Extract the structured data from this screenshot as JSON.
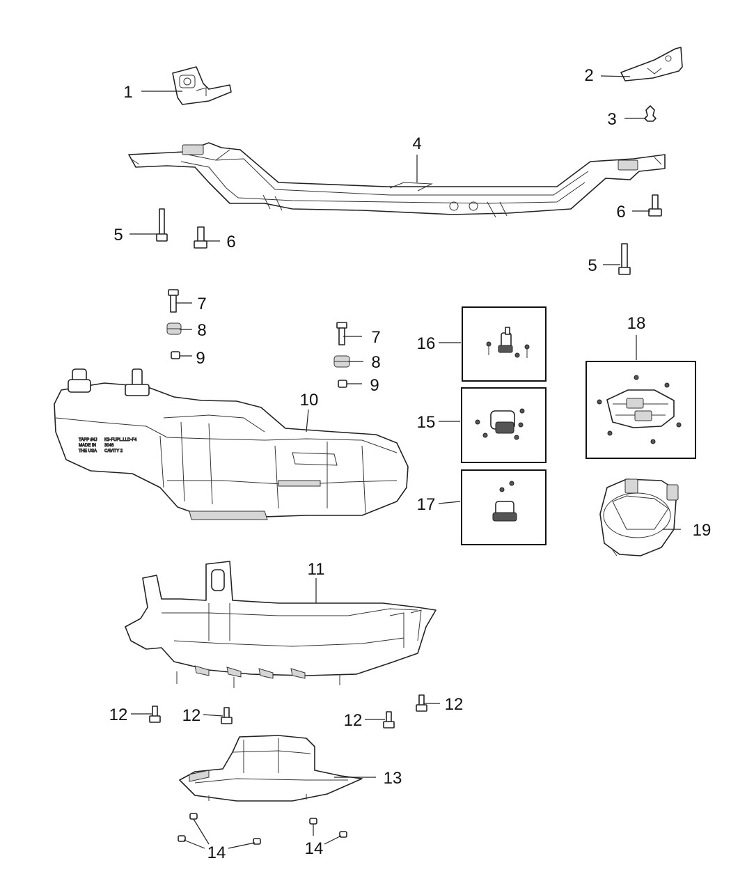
{
  "callouts": {
    "c1": "1",
    "c2": "2",
    "c3": "3",
    "c4": "4",
    "c5a": "5",
    "c5b": "5",
    "c6a": "6",
    "c6b": "6",
    "c7a": "7",
    "c7b": "7",
    "c8a": "8",
    "c8b": "8",
    "c9a": "9",
    "c9b": "9",
    "c10": "10",
    "c11": "11",
    "c12a": "12",
    "c12b": "12",
    "c12c": "12",
    "c12d": "12",
    "c13": "13",
    "c14a": "14",
    "c14b": "14",
    "c15": "15",
    "c16": "16",
    "c17": "17",
    "c18": "18",
    "c19": "19"
  },
  "tank_label_lines": [
    "TAPP #4J",
    "MADE IN",
    "THE USA"
  ],
  "tank_spec_lines": [
    "K3-FUPL.LLD-F4",
    "3046",
    "CAVITY 2"
  ],
  "colors": {
    "line": "#222222",
    "fill": "#ffffff",
    "shade": "#d6d6d6"
  }
}
